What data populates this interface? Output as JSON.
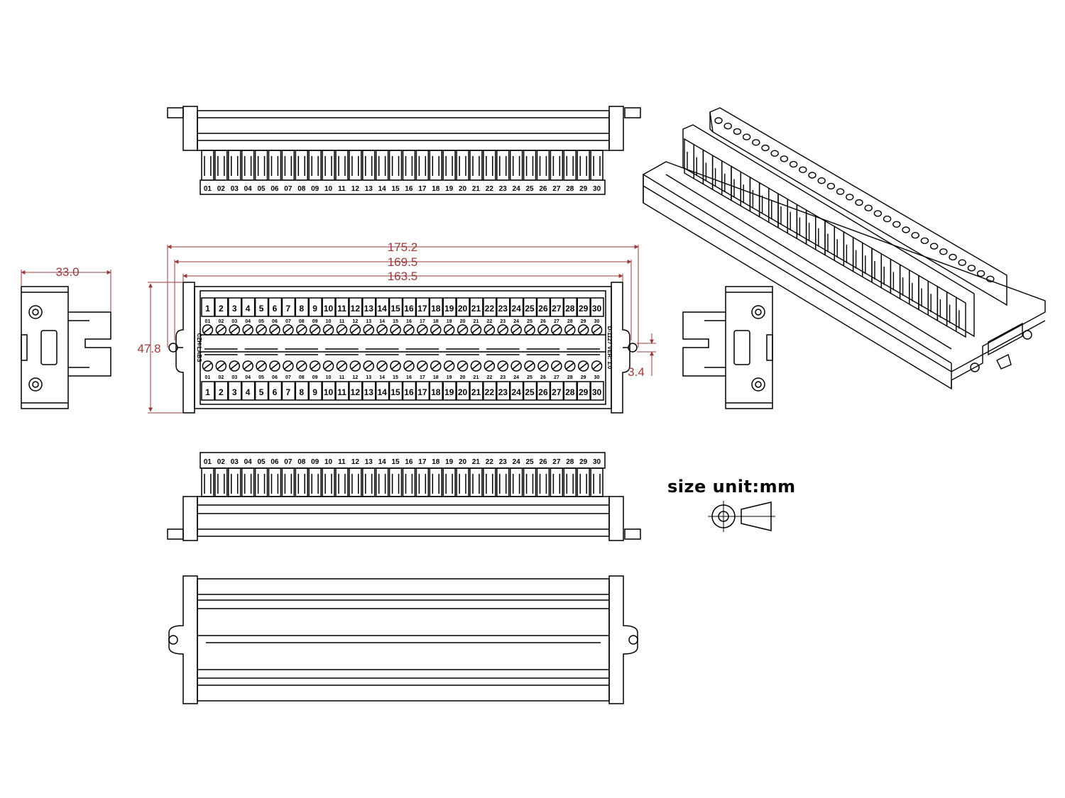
{
  "front_view": {
    "top_labels": [
      "1",
      "2",
      "3",
      "4",
      "5",
      "6",
      "7",
      "8",
      "9",
      "10",
      "11",
      "12",
      "13",
      "14",
      "15",
      "16",
      "17",
      "18",
      "19",
      "20",
      "21",
      "22",
      "23",
      "24",
      "25",
      "26",
      "27",
      "28",
      "29",
      "30"
    ],
    "small_labels": [
      "01",
      "02",
      "03",
      "04",
      "05",
      "06",
      "07",
      "08",
      "09",
      "10",
      "11",
      "12",
      "13",
      "14",
      "15",
      "16",
      "17",
      "18",
      "19",
      "20",
      "21",
      "22",
      "23",
      "24",
      "25",
      "26",
      "27",
      "28",
      "29",
      "30"
    ],
    "brand": "CZH-LABS",
    "model": "D-1127 VER: 1.0"
  },
  "dimensions": {
    "overall_length": "175.2",
    "mount_length": "169.5",
    "inner_length": "163.5",
    "height": "47.8",
    "hole_size": "3.4",
    "depth": "33.0"
  },
  "size_unit": {
    "label": "size unit:mm"
  },
  "colors": {
    "line": "#000000",
    "dimension": "#9b3a3a"
  }
}
